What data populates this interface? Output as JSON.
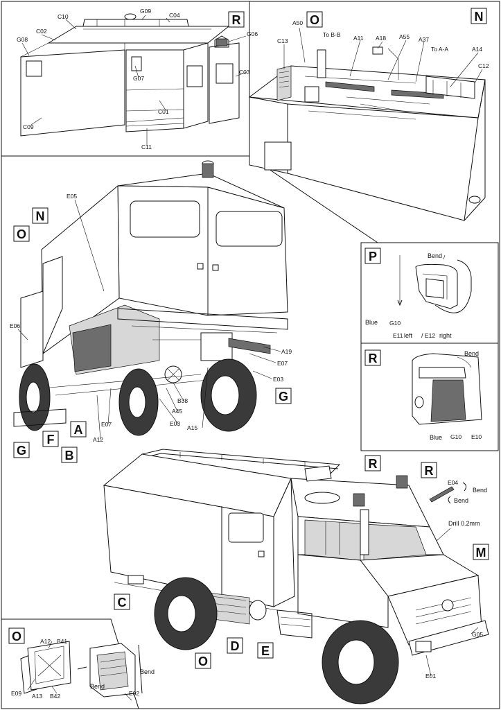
{
  "labels": {
    "C10": "C10",
    "G09": "G09",
    "C04": "C04",
    "C02": "C02",
    "G08": "G08",
    "G06": "G06",
    "C03": "C03",
    "G07": "G07",
    "C01": "C01",
    "C09": "C09",
    "C11": "C11",
    "A50": "A50",
    "to_bb": "To B-B",
    "A11": "A11",
    "A18": "A18",
    "A55": "A55",
    "A37": "A37",
    "to_aa": "To A-A",
    "A14": "A14",
    "C13": "C13",
    "C12": "C12",
    "E05": "E05",
    "E06": "E06",
    "A19": "A19",
    "E07": "E07",
    "E03": "E03",
    "B38": "B38",
    "A45": "A45",
    "A15": "A15",
    "A12": "A12",
    "G10": "G10",
    "E11": "E11",
    "E12": "E12",
    "E10": "E10",
    "E04": "E04",
    "G05": "G05",
    "E01": "E01",
    "B41": "B41",
    "E09": "E09",
    "A13": "A13",
    "B42": "B42",
    "E02": "E02"
  },
  "steps": {
    "R": "R",
    "O": "O",
    "N": "N",
    "P": "P",
    "A": "A",
    "B": "B",
    "F": "F",
    "G": "G",
    "M": "M",
    "C": "C",
    "D": "D",
    "E": "E"
  },
  "notes": {
    "bend": "Bend",
    "blue": "Blue",
    "left": "left",
    "right": "right",
    "slash": "/",
    "drill": "Drill 0.2mm"
  }
}
